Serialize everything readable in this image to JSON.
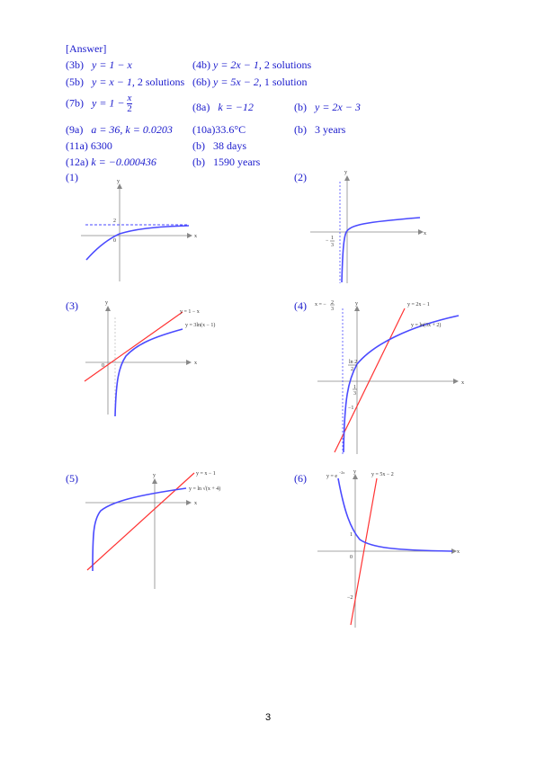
{
  "header": "[Answer]",
  "answers": {
    "a3b": "(3b)",
    "a3b_eq": "y = 1 − x",
    "a4b": "(4b)",
    "a4b_eq": "y = 2x − 1,",
    "a4b_note": "2 solutions",
    "a5b": "(5b)",
    "a5b_eq": "y = x − 1,",
    "a5b_note": "2 solutions",
    "a6b": "(6b)",
    "a6b_eq": "y = 5x − 2,",
    "a6b_note": "1 solution",
    "a7b": "(7b)",
    "a7b_eq": "y = 1 −",
    "a7b_num": "x",
    "a7b_den": "2",
    "a8a": "(8a)",
    "a8a_eq": "k = −12",
    "a8b": "(b)",
    "a8b_eq": "y = 2x − 3",
    "a9a": "(9a)",
    "a9a_eq": "a = 36,   k = 0.0203",
    "a10a": "(10a)",
    "a10a_eq": "33.6°C",
    "a10b": "(b)",
    "a10b_eq": "3 years",
    "a11a": "(11a)",
    "a11a_eq": "6300",
    "a11b": "(b)",
    "a11b_eq": "38 days",
    "a12a": "(12a)",
    "a12a_eq": "k = −0.000436",
    "a12b": "(b)",
    "a12b_eq": "1590 years"
  },
  "graphs": {
    "g1": {
      "label": "(1)",
      "x": "x",
      "y": "y",
      "two": "2",
      "zero": "0"
    },
    "g2": {
      "label": "(2)",
      "x": "x",
      "y": "y",
      "neg": "−",
      "frac_num": "1",
      "frac_den": "3"
    },
    "g3": {
      "label": "(3)",
      "x": "x",
      "y": "y",
      "zero": "0",
      "line_label": "y = 1 − x",
      "curve_label": "y = 3ln(x − 1)"
    },
    "g4": {
      "label": "(4)",
      "x": "x",
      "y": "y",
      "asym_label": "x = −",
      "asym_num": "2",
      "asym_den": "3",
      "line_label": "y = 2x − 1",
      "curve_label": "y = ln(3x + 2)",
      "yint_num": "ln 2",
      "yint_den": "2",
      "xint_num": "1",
      "xint_den": "3",
      "neg1": "−1"
    },
    "g5": {
      "label": "(5)",
      "x": "x",
      "y": "y",
      "line_label": "y = x − 1",
      "curve_label": "y = ln √(x + 4)"
    },
    "g6": {
      "label": "(6)",
      "x": "x",
      "y": "y",
      "curve_label": "y = e",
      "curve_exp": "−2x",
      "line_label": "y = 5x − 2",
      "one": "1",
      "zero": "0",
      "neg2": "−2"
    }
  },
  "colors": {
    "text": "#1a1acc",
    "curve": "#4a4aff",
    "line": "#ff3333",
    "axis": "#888888"
  },
  "page_number": "3"
}
